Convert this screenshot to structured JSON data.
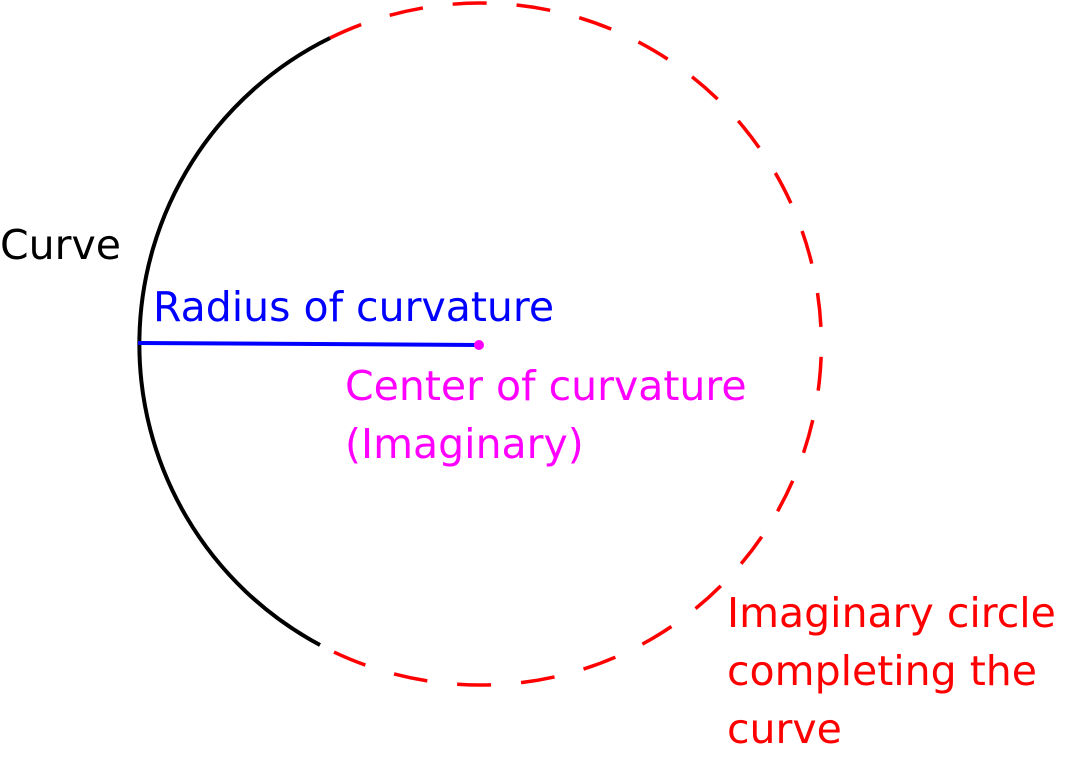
{
  "colors": {
    "curve": "#000000",
    "radius": "#0000ff",
    "center": "#ff00ff",
    "imaginary_circle": "#ff0000",
    "background": "#ffffff"
  },
  "labels": {
    "curve": "Curve",
    "radius": "Radius of curvature",
    "center_line1": "Center of curvature",
    "center_line2": "(Imaginary)",
    "imaginary_line1": "Imaginary circle",
    "imaginary_line2": "completing the",
    "imaginary_line3": "curve"
  }
}
